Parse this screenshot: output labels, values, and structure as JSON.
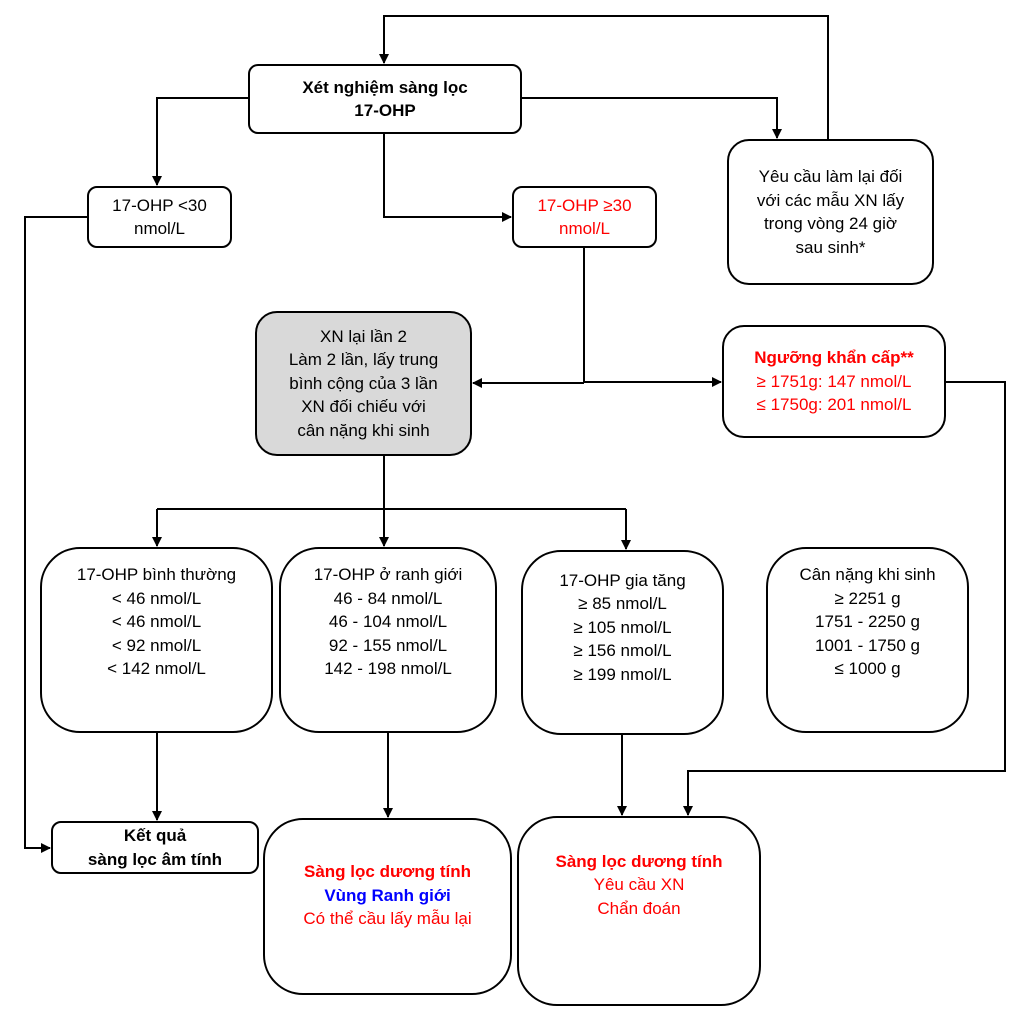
{
  "screening": {
    "line1": "Xét nghiệm sàng lọc",
    "line2": "17-OHP"
  },
  "low": {
    "line1": "17-OHP <30",
    "line2": "nmol/L"
  },
  "high": {
    "line1": "17-OHP ≥30",
    "line2": "nmol/L"
  },
  "resample": {
    "lines": [
      "Yêu cầu làm lại đối",
      "với các mẫu XN lấy",
      "trong vòng 24 giờ",
      "sau sinh*"
    ]
  },
  "retest": {
    "lines": [
      "XN lại lần 2",
      "Làm 2 lần, lấy trung",
      "bình cộng của 3 lần",
      "XN đối chiếu với",
      "cân nặng khi sinh"
    ]
  },
  "urgent": {
    "title": "Ngưỡng khẩn cấp**",
    "lines": [
      "≥ 1751g: 147 nmol/L",
      "≤ 1750g: 201 nmol/L"
    ]
  },
  "normal": {
    "title": "17-OHP bình thường",
    "lines": [
      "< 46 nmol/L",
      "< 46 nmol/L",
      "< 92 nmol/L",
      "< 142 nmol/L"
    ]
  },
  "borderline": {
    "title": "17-OHP ở ranh giới",
    "lines": [
      "46 - 84 nmol/L",
      "46 - 104 nmol/L",
      "92 - 155 nmol/L",
      "142 - 198 nmol/L"
    ]
  },
  "elevated": {
    "title": "17-OHP gia tăng",
    "lines": [
      "≥ 85 nmol/L",
      "≥ 105 nmol/L",
      "≥ 156 nmol/L",
      "≥ 199 nmol/L"
    ]
  },
  "weight": {
    "title": "Cân nặng khi sinh",
    "lines": [
      "≥ 2251 g",
      "1751 - 2250 g",
      "1001 - 1750 g",
      "≤ 1000 g"
    ]
  },
  "negative": {
    "line1": "Kết quả",
    "line2": "sàng lọc âm tính"
  },
  "positive_border": {
    "line1": "Sàng lọc dương tính",
    "line2": "Vùng Ranh giới",
    "line3": "Có thể cầu lấy mẫu lại"
  },
  "positive": {
    "line1": "Sàng lọc dương tính",
    "line2": "Yêu cầu XN",
    "line3": "Chẩn đoán"
  },
  "colors": {
    "red": "#ff0000",
    "blue": "#0000ff",
    "gray_fill": "#d9d9d9"
  }
}
